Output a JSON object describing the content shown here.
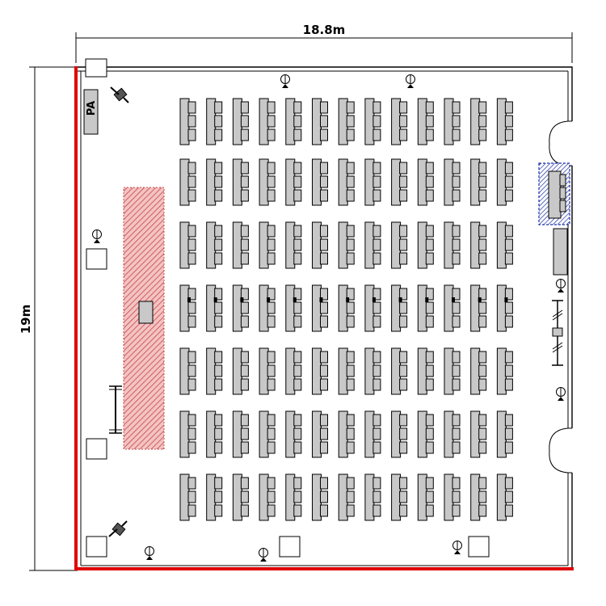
{
  "dimensions": {
    "width_label": "18.8m",
    "height_label": "19m"
  },
  "pa_label": "PA",
  "seating": {
    "blocks": 7,
    "desks_per_block": 13
  },
  "colors": {
    "wall": "#000000",
    "highlight_wall": "#e00000",
    "stage_fill": "#f2c4c4",
    "stage_hatch": "#d04040",
    "desk_fill": "#c8c8c8",
    "desk_stroke": "#000000",
    "door_highlight": "#1b2fa8"
  },
  "icons": {
    "camera": "camera-icon",
    "mic": "microphone-icon",
    "speaker": "speaker-box-icon",
    "door": "door-icon"
  }
}
